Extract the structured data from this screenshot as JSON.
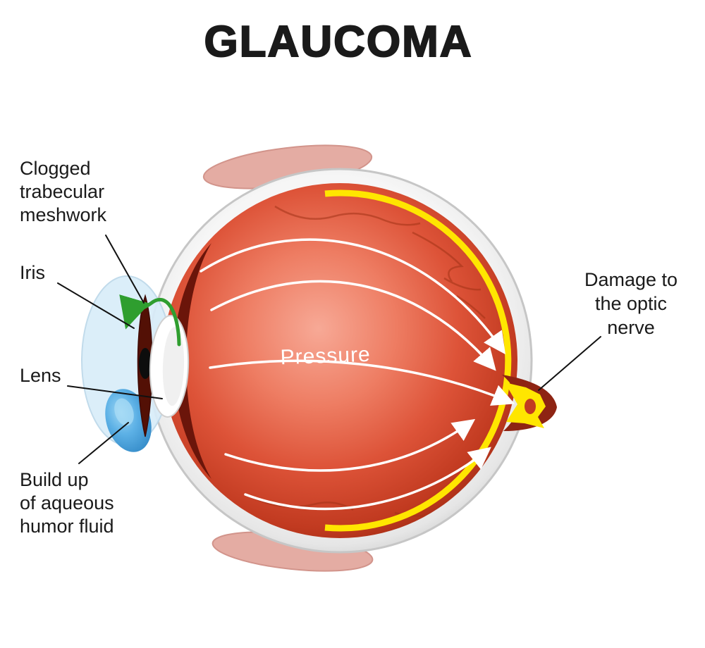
{
  "title": "GLAUCOMA",
  "eye_diagram": {
    "pressure_label": "Pressure",
    "labels": {
      "clogged_trabecular_meshwork": {
        "lines": [
          "Clogged",
          "trabecular",
          "meshwork"
        ]
      },
      "iris": "Iris",
      "lens": "Lens",
      "aqueous_buildup": {
        "lines": [
          "Build up",
          "of aqueous",
          "humor fluid"
        ]
      },
      "optic_nerve_damage": {
        "lines": [
          "Damage to",
          "the optic",
          "nerve"
        ]
      }
    }
  },
  "colors": {
    "label_text": "#1a1a1a",
    "eye_center": "#f7a996",
    "eye_edge": "#731a0a",
    "sclera": "#f6f6f6",
    "retina_yellow": "#ffe600",
    "aqueous_blue": "#5db1e6",
    "cornea_blue": "#d9edf9",
    "green_arrow": "#2f9e2f",
    "eyelid_pink": "#e4aca3",
    "arrow_white": "#ffffff"
  }
}
